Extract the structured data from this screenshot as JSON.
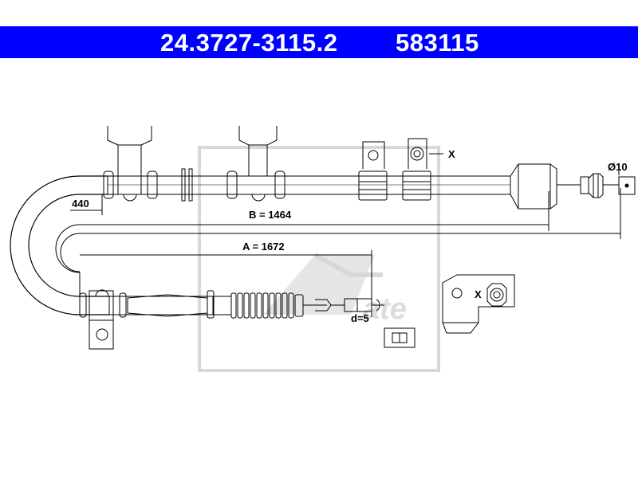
{
  "header": {
    "part_number": "24.3727-3115.2",
    "ref_number": "583115"
  },
  "labels": {
    "dim_440": "440",
    "dim_b": "B = 1464",
    "dim_a": "A = 1672",
    "dim_d": "d=5",
    "dim_diam": "Ø10",
    "marker_x_top": "X",
    "marker_x_detail": "X"
  },
  "logo_text": "ate",
  "colors": {
    "header_bg": "#0000ff",
    "header_text": "#ffffff",
    "line": "#000000",
    "logo": "#d8d8d8"
  }
}
